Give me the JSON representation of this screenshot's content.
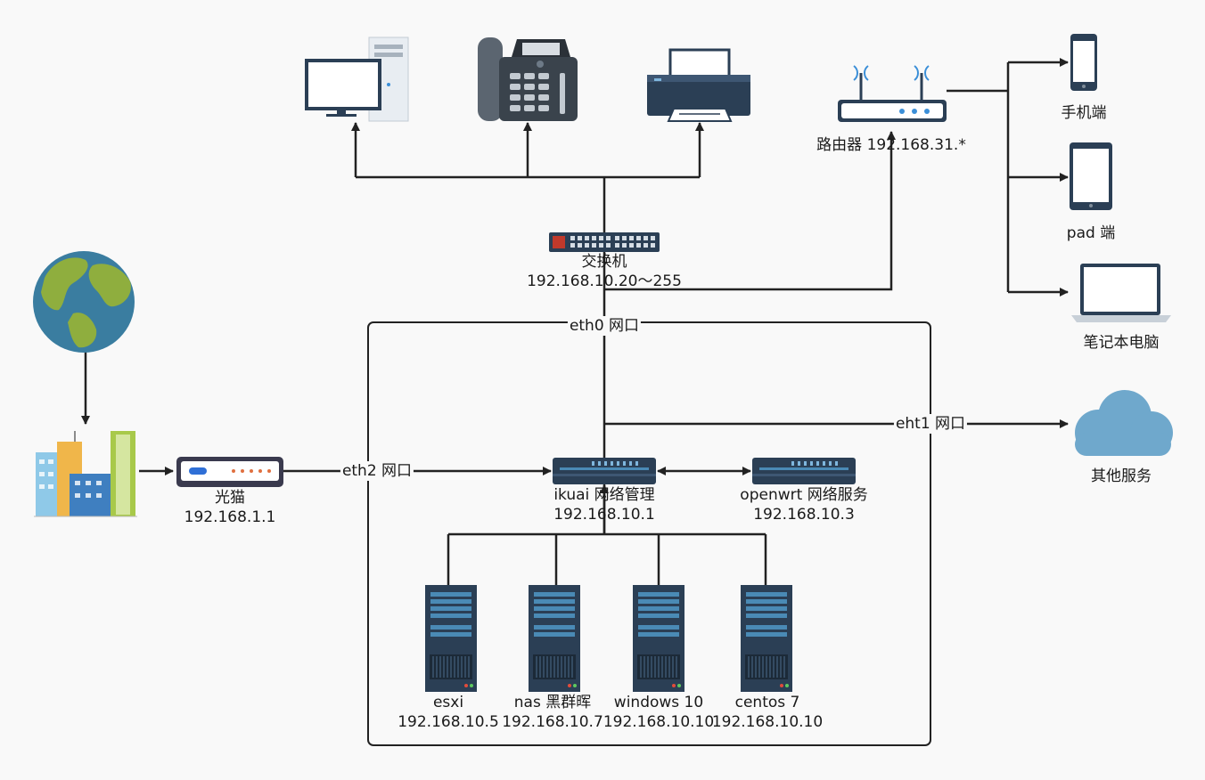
{
  "nodes": {
    "modem": {
      "name": "光猫",
      "ip": "192.168.1.1"
    },
    "switch": {
      "name": "交换机",
      "ip": "192.168.10.20～255"
    },
    "router": {
      "label": "路由器 192.168.31.*"
    },
    "phone": {
      "label": "手机端"
    },
    "pad": {
      "label": "pad 端"
    },
    "laptop": {
      "label": "笔记本电脑"
    },
    "cloud": {
      "label": "其他服务"
    },
    "ikuai": {
      "name": "ikuai 网络管理",
      "ip": "192.168.10.1"
    },
    "openwrt": {
      "name": "openwrt 网络服务",
      "ip": "192.168.10.3"
    },
    "esxi": {
      "name": "esxi",
      "ip": "192.168.10.5"
    },
    "nas": {
      "name": "nas 黑群晖",
      "ip": "192.168.10.7"
    },
    "windows": {
      "name": "windows 10",
      "ip": "192.168.10.10"
    },
    "centos": {
      "name": "centos 7",
      "ip": "192.168.10.10"
    }
  },
  "ports": {
    "eth0": "eth0 网口",
    "eth1": "eht1 网口",
    "eth2": "eth2 网口"
  },
  "icons": [
    "globe-icon",
    "buildings-icon",
    "modem-icon",
    "desktop-pc-icon",
    "telephone-icon",
    "printer-icon",
    "switch-icon",
    "router-icon",
    "phone-icon",
    "tablet-icon",
    "laptop-icon",
    "cloud-icon",
    "server-icon"
  ],
  "colors": {
    "line": "#222222",
    "device": "#2b3f55",
    "globe_sea": "#3a7da0",
    "globe_land": "#8fae3e",
    "cloud": "#6fa8cc"
  }
}
